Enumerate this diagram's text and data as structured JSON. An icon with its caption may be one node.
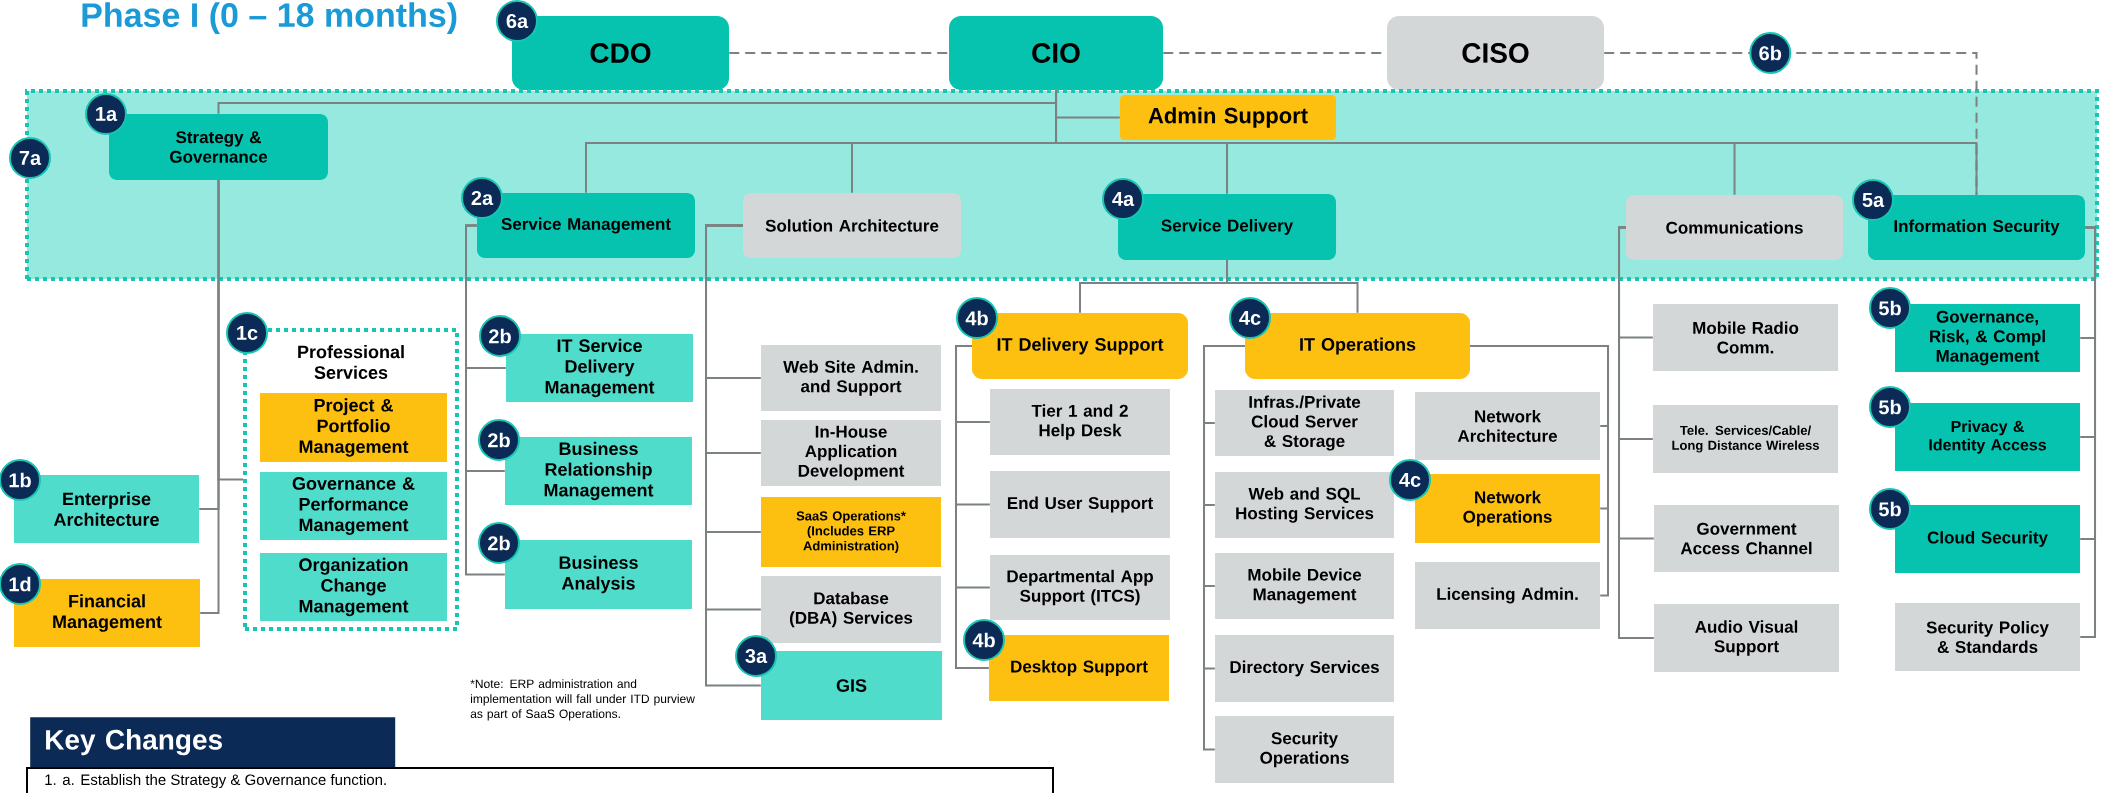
{
  "diagram": {
    "title": "Phase I (0 – 18 months)",
    "nodes": [
      {
        "text": [
          "6a",
          "CDO"
        ]
      },
      {
        "text": [
          "CIO"
        ]
      },
      {
        "text": [
          "CISO"
        ]
      },
      {
        "text": [
          "7a"
        ]
      },
      {
        "text": [
          "Admin Support"
        ],
        "in": 3
      },
      {
        "text": [
          "1a",
          "Strategy & Governance"
        ],
        "in": 3
      },
      {
        "text": [
          "2a",
          "Service Management"
        ],
        "in": 3
      },
      {
        "text": [
          "Solution Architecture"
        ],
        "in": 3
      },
      {
        "text": [
          "4a",
          "Service Delivery"
        ],
        "in": 3
      },
      {
        "text": [
          "Communications"
        ],
        "in": 3
      },
      {
        "text": [
          "5a",
          "Information Security"
        ],
        "in": 3
      },
      {
        "text": [
          "1c",
          "Professional Services"
        ]
      },
      {
        "text": [
          "Project & Portfolio Management"
        ],
        "in": 11
      },
      {
        "text": [
          "Governance & Performance Management"
        ],
        "in": 11
      },
      {
        "text": [
          "Organization Change Management"
        ],
        "in": 11
      },
      {
        "text": [
          "1b",
          "Enterprise Architecture"
        ]
      },
      {
        "text": [
          "1d",
          "Financial Management"
        ]
      },
      {
        "text": [
          "2b",
          "IT Service Delivery Management"
        ]
      },
      {
        "text": [
          "2b",
          "Business Relationship Management"
        ]
      },
      {
        "text": [
          "2b",
          "Business Analysis"
        ]
      },
      {
        "text": [
          "Web Site Admin. and Support"
        ]
      },
      {
        "text": [
          "In-House Application Development"
        ]
      },
      {
        "text": [
          "SaaS Operations* (Includes ERP Administration)"
        ]
      },
      {
        "text": [
          "Database (DBA) Services"
        ]
      },
      {
        "text": [
          "3a",
          "GIS"
        ]
      },
      {
        "text": [
          "4b",
          "IT Delivery Support"
        ]
      },
      {
        "text": [
          "Tier 1 and 2 Help Desk"
        ]
      },
      {
        "text": [
          "End User Support"
        ]
      },
      {
        "text": [
          "Departmental App Support (ITCS)"
        ]
      },
      {
        "text": [
          "4b",
          "Desktop Support"
        ]
      },
      {
        "text": [
          "4c",
          "IT Operations"
        ]
      },
      {
        "text": [
          "Infras./Private Cloud Server & Storage"
        ]
      },
      {
        "text": [
          "Web and SQL Hosting Services"
        ]
      },
      {
        "text": [
          "Mobile Device Management"
        ]
      },
      {
        "text": [
          "Directory Services"
        ]
      },
      {
        "text": [
          "Security Operations"
        ]
      },
      {
        "text": [
          "Network Architecture"
        ]
      },
      {
        "text": [
          "4c",
          "Network Operations"
        ]
      },
      {
        "text": [
          "Licensing Admin."
        ]
      },
      {
        "text": [
          "Mobile Radio Comm."
        ]
      },
      {
        "text": [
          "Tele. Services/Cable/ Long Distance Wireless"
        ]
      },
      {
        "text": [
          "Government Access Channel"
        ]
      },
      {
        "text": [
          "Audio Visual Support"
        ]
      },
      {
        "text": [
          "5b",
          "Governance, Risk, & Compl Management"
        ]
      },
      {
        "text": [
          "5b",
          "Privacy & Identity Access"
        ]
      },
      {
        "text": [
          "5b",
          "Cloud Security"
        ]
      },
      {
        "text": [
          "Security Policy & Standards"
        ]
      }
    ],
    "edges": [
      {
        "from": 0,
        "to": 1,
        "arrow": "none",
        "style": "dashed"
      },
      {
        "from": 1,
        "to": 2,
        "arrow": "none",
        "style": "dashed"
      },
      {
        "from": 2,
        "to": 10,
        "arrow": "none",
        "style": "dashed",
        "label": "6b"
      },
      {
        "from": 1,
        "to": 4,
        "arrow": "none"
      },
      {
        "from": 1,
        "to": 5,
        "arrow": "none"
      },
      {
        "from": 1,
        "to": 6,
        "arrow": "none"
      },
      {
        "from": 1,
        "to": 7,
        "arrow": "none"
      },
      {
        "from": 1,
        "to": 8,
        "arrow": "none"
      },
      {
        "from": 1,
        "to": 9,
        "arrow": "none"
      },
      {
        "from": 1,
        "to": 10,
        "arrow": "none"
      },
      {
        "from": 5,
        "to": 11,
        "arrow": "none"
      },
      {
        "from": 5,
        "to": 15,
        "arrow": "none"
      },
      {
        "from": 5,
        "to": 16,
        "arrow": "none"
      },
      {
        "from": 6,
        "to": 17,
        "arrow": "none"
      },
      {
        "from": 6,
        "to": 18,
        "arrow": "none"
      },
      {
        "from": 6,
        "to": 19,
        "arrow": "none"
      },
      {
        "from": 7,
        "to": 20,
        "arrow": "none"
      },
      {
        "from": 7,
        "to": 21,
        "arrow": "none"
      },
      {
        "from": 7,
        "to": 22,
        "arrow": "none"
      },
      {
        "from": 7,
        "to": 23,
        "arrow": "none"
      },
      {
        "from": 7,
        "to": 24,
        "arrow": "none"
      },
      {
        "from": 8,
        "to": 25,
        "arrow": "none"
      },
      {
        "from": 8,
        "to": 30,
        "arrow": "none"
      },
      {
        "from": 25,
        "to": 26,
        "arrow": "none"
      },
      {
        "from": 25,
        "to": 27,
        "arrow": "none"
      },
      {
        "from": 25,
        "to": 28,
        "arrow": "none"
      },
      {
        "from": 25,
        "to": 29,
        "arrow": "none"
      },
      {
        "from": 30,
        "to": 31,
        "arrow": "none"
      },
      {
        "from": 30,
        "to": 32,
        "arrow": "none"
      },
      {
        "from": 30,
        "to": 33,
        "arrow": "none"
      },
      {
        "from": 30,
        "to": 34,
        "arrow": "none"
      },
      {
        "from": 30,
        "to": 35,
        "arrow": "none"
      },
      {
        "from": 30,
        "to": 36,
        "arrow": "none"
      },
      {
        "from": 30,
        "to": 37,
        "arrow": "none"
      },
      {
        "from": 30,
        "to": 38,
        "arrow": "none"
      },
      {
        "from": 9,
        "to": 39,
        "arrow": "none"
      },
      {
        "from": 9,
        "to": 40,
        "arrow": "none"
      },
      {
        "from": 9,
        "to": 41,
        "arrow": "none"
      },
      {
        "from": 9,
        "to": 42,
        "arrow": "none"
      },
      {
        "from": 10,
        "to": 43,
        "arrow": "none"
      },
      {
        "from": 10,
        "to": 44,
        "arrow": "none"
      },
      {
        "from": 10,
        "to": 45,
        "arrow": "none"
      },
      {
        "from": 10,
        "to": 46,
        "arrow": "none"
      }
    ],
    "labels": [
      "*Note: ERP administration and implementation will fall under ITD purview as part of SaaS Operations.",
      "Key Changes",
      "1. a. Establish the Strategy & Governance function."
    ]
  }
}
